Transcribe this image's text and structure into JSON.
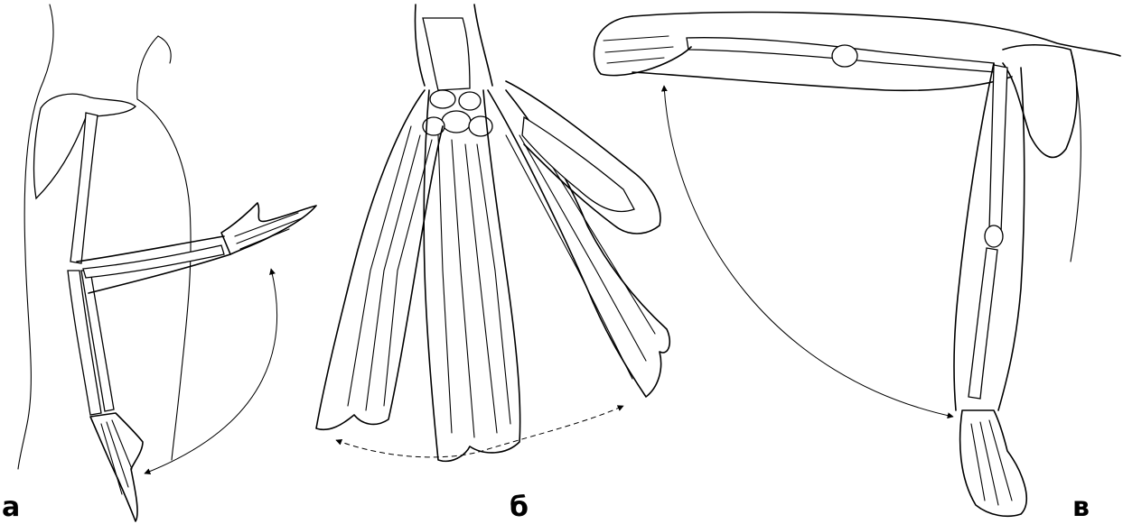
{
  "panels": [
    {
      "id": "a",
      "label": "а",
      "subject": "arm-flexion-at-elbow"
    },
    {
      "id": "b",
      "label": "б",
      "subject": "hand-radial-ulnar-deviation"
    },
    {
      "id": "c",
      "label": "в",
      "subject": "arm-elevation-at-shoulder"
    }
  ],
  "style": {
    "ink": "#000000",
    "paper": "#ffffff"
  }
}
